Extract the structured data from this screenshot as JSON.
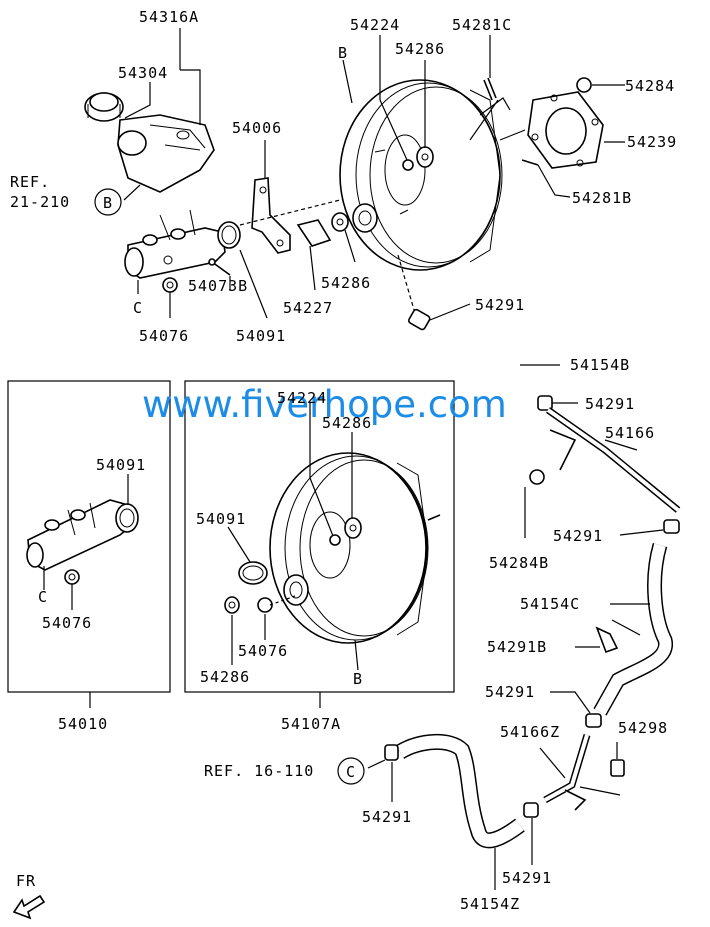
{
  "diagram": {
    "labels": {
      "p54316A": "54316A",
      "p54304": "54304",
      "ref21_a": "REF.",
      "ref21_b": "21-210",
      "circleB": "B",
      "p54006": "54006",
      "p54224": "54224",
      "p54286_top": "54286",
      "p54281C": "54281C",
      "p54284": "54284",
      "p54239": "54239",
      "p54281B": "54281B",
      "boosterB_top": "B",
      "p54286_mid": "54286",
      "p54227": "54227",
      "p54073B": "54073B",
      "p54091_top": "54091",
      "p54076_top": "54076",
      "c_top": "C",
      "p54291_a": "54291",
      "p54154B": "54154B",
      "p54291_b": "54291",
      "p54166": "54166",
      "p54224_b": "54224",
      "p54286_b": "54286",
      "p54091_left": "54091",
      "c_left": "C",
      "p54076_left": "54076",
      "p54010": "54010",
      "p54091_mid": "54091",
      "p54076_mid": "54076",
      "p54286_mid2": "54286",
      "boosterB_bottom": "B",
      "p54107A": "54107A",
      "p54284B": "54284B",
      "p54291_c": "54291",
      "p54154C": "54154C",
      "p54291B": "54291B",
      "p54291_d": "54291",
      "p54166Z": "54166Z",
      "p54298": "54298",
      "ref16": "REF. 16-110",
      "circleC": "C",
      "p54291_e": "54291",
      "p54291_f": "54291",
      "p54154Z": "54154Z",
      "fr": "FR"
    },
    "watermark": "www.fiverhope.com"
  }
}
